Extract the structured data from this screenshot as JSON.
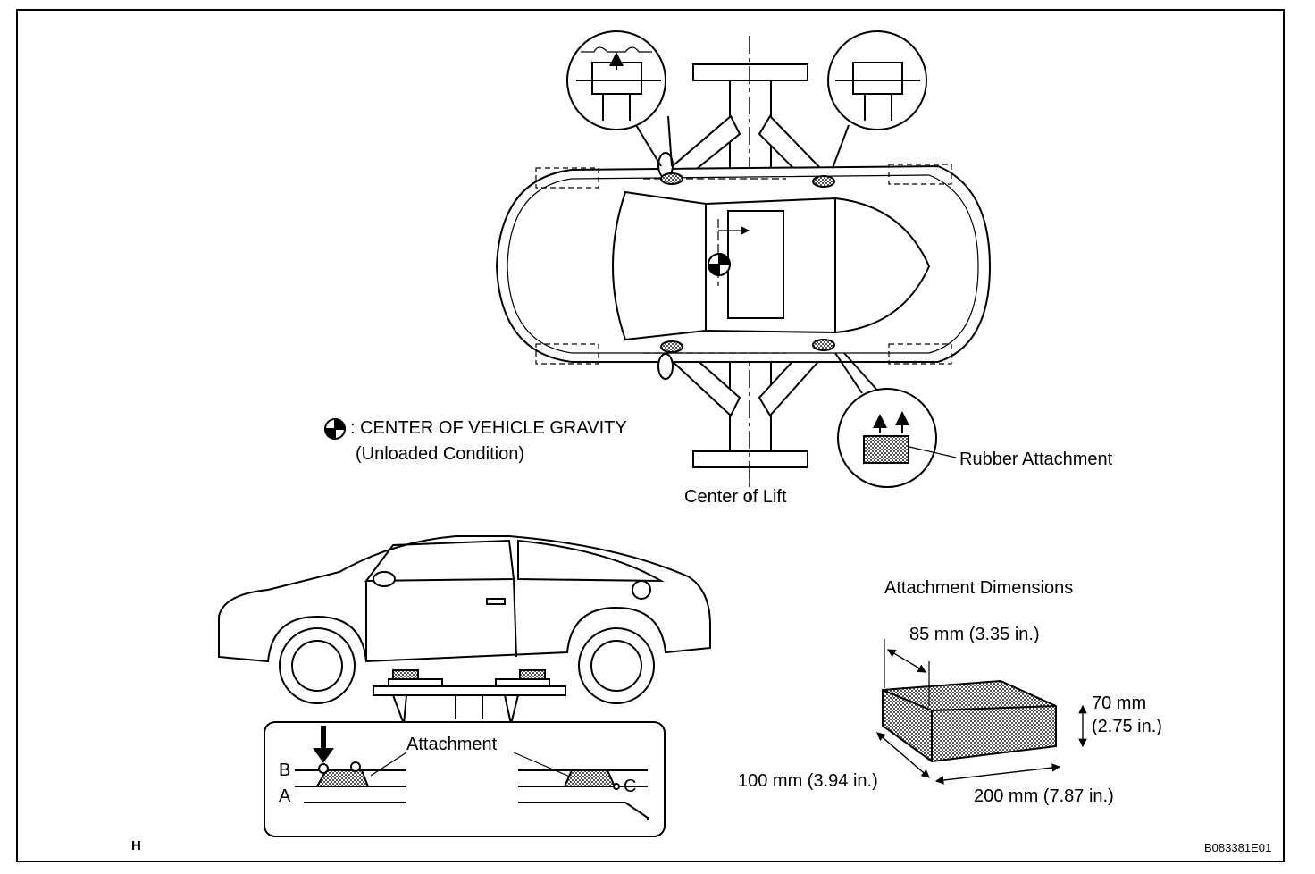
{
  "legend": {
    "cog_text": ": CENTER OF VEHICLE GRAVITY",
    "cog_condition": "(Unloaded Condition)"
  },
  "labels": {
    "center_of_lift": "Center of Lift",
    "rubber_attachment": "Rubber Attachment",
    "attachment": "Attachment",
    "marker_a": "A",
    "marker_b": "B",
    "marker_c": "C"
  },
  "dimensions": {
    "title": "Attachment Dimensions",
    "width": "85 mm (3.35 in.)",
    "height_mm": "70 mm",
    "height_in": "(2.75 in.)",
    "depth": "100 mm (3.94 in.)",
    "length": "200 mm (7.87 in.)"
  },
  "footer": {
    "left_code": "H",
    "figure_id": "B083381E01"
  }
}
